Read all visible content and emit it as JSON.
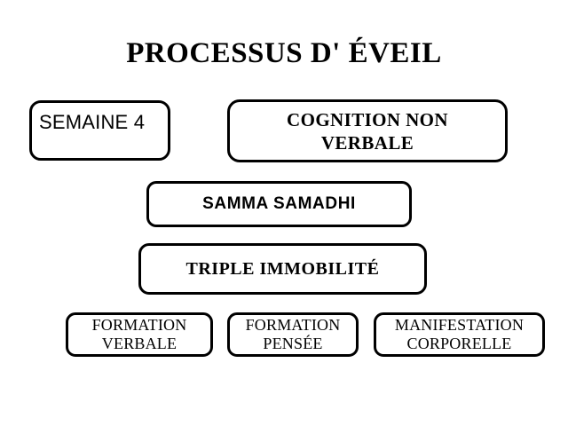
{
  "slide": {
    "title": "PROCESSUS D' ÉVEIL",
    "background_color": "#FFFFFF",
    "text_color": "#000000",
    "border_color": "#000000"
  },
  "diagram": {
    "row1": {
      "week_box": {
        "label": "SEMAINE 4"
      },
      "cognition_box": {
        "line1": "COGNITION NON",
        "line2": "VERBALE"
      }
    },
    "row2": {
      "samadhi_box": {
        "label": "SAMMA SAMADHI"
      }
    },
    "row3": {
      "triple_box": {
        "label": "TRIPLE IMMOBILITÉ"
      }
    },
    "row4": [
      {
        "line1": "FORMATION",
        "line2": "VERBALE"
      },
      {
        "line1": "FORMATION",
        "line2": "PENSÉE"
      },
      {
        "line1": "MANIFESTATION",
        "line2": "CORPORELLE"
      }
    ]
  }
}
